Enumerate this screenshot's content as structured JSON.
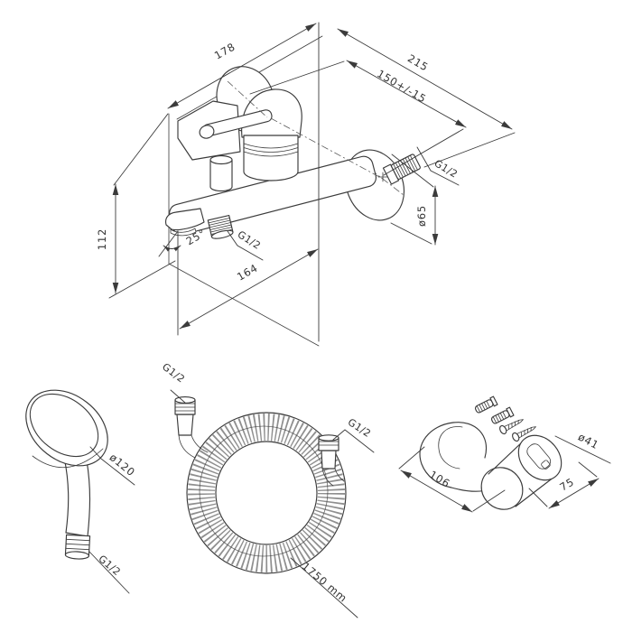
{
  "drawing": {
    "background": "#ffffff",
    "line_color": "#3b3b3b",
    "text_color": "#333333"
  },
  "mixer": {
    "dim_width_top": "178",
    "dim_width_wall": "215",
    "dim_inlet_spacing": "150+/-15",
    "thread_wall": "G1/2",
    "dim_flange_diameter": "ø65",
    "dim_height": "112",
    "dim_spout_angle": "25°",
    "thread_spout": "G1/2",
    "dim_width_bottom": "164"
  },
  "hand_shower": {
    "dim_head_diameter": "ø120",
    "thread": "G1/2"
  },
  "hose": {
    "thread_top": "G1/2",
    "thread_bottom": "G1/2",
    "dim_length": "1750 mm"
  },
  "wall_bracket": {
    "dim_diameter": "ø41",
    "dim_width": "106",
    "dim_depth": "75"
  }
}
